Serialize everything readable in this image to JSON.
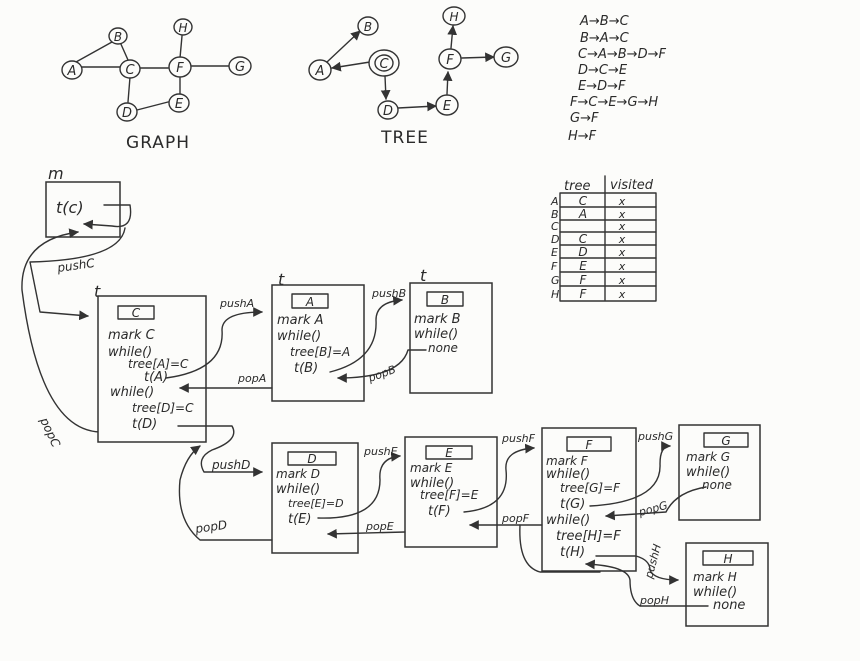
{
  "graph": {
    "caption": "GRAPH",
    "nodes": [
      "A",
      "B",
      "C",
      "D",
      "E",
      "F",
      "G",
      "H"
    ]
  },
  "tree": {
    "caption": "TREE",
    "nodes": [
      "A",
      "B",
      "C",
      "D",
      "E",
      "F",
      "G",
      "H"
    ]
  },
  "adjacency": [
    "A→B→C",
    "B→A→C",
    "C→A→B→D→F",
    "D→C→E",
    "E→D→F",
    "F→C→E→G→H",
    "G→F",
    "H→F"
  ],
  "table": {
    "col_tree": "tree",
    "col_visited": "visited",
    "rows": [
      {
        "node": "A",
        "tree": "C",
        "visited": "x"
      },
      {
        "node": "B",
        "tree": "A",
        "visited": "x"
      },
      {
        "node": "C",
        "tree": "",
        "visited": "x"
      },
      {
        "node": "D",
        "tree": "C",
        "visited": "x"
      },
      {
        "node": "E",
        "tree": "D",
        "visited": "x"
      },
      {
        "node": "F",
        "tree": "E",
        "visited": "x"
      },
      {
        "node": "G",
        "tree": "F",
        "visited": "x"
      },
      {
        "node": "H",
        "tree": "F",
        "visited": "x"
      }
    ]
  },
  "main_frame": {
    "label": "m",
    "call": "t(c)"
  },
  "frame_label": "t",
  "frames": {
    "C": {
      "title": "C",
      "lines": [
        "mark C",
        "while()",
        "tree[A]=C",
        "t(A)",
        "while()",
        "tree[D]=C",
        "t(D)"
      ]
    },
    "A": {
      "title": "A",
      "lines": [
        "mark A",
        "while()",
        "tree[B]=A",
        "t(B)"
      ]
    },
    "B": {
      "title": "B",
      "lines": [
        "mark B",
        "while()",
        "none"
      ]
    },
    "D": {
      "title": "D",
      "lines": [
        "mark D",
        "while()",
        "tree[E]=D",
        "t(E)"
      ]
    },
    "E": {
      "title": "E",
      "lines": [
        "mark E",
        "while()",
        "tree[F]=E",
        "t(F)"
      ]
    },
    "F": {
      "title": "F",
      "lines": [
        "mark F",
        "while()",
        "tree[G]=F",
        "t(G)",
        "while()",
        "tree[H]=F",
        "t(H)"
      ]
    },
    "G": {
      "title": "G",
      "lines": [
        "mark G",
        "while()",
        "none"
      ]
    },
    "H": {
      "title": "H",
      "lines": [
        "mark H",
        "while()",
        "none"
      ]
    }
  },
  "arrow_labels": {
    "pushC": "pushC",
    "popC": "popC",
    "pushA": "pushA",
    "popA": "popA",
    "pushB": "pushB",
    "popB": "popB",
    "pushD": "pushD",
    "popD": "popD",
    "pushE": "pushE",
    "popE": "popE",
    "pushF": "pushF",
    "popF": "popF",
    "pushG": "pushG",
    "popG": "popG",
    "pushH": "pushH",
    "popH": "popH"
  }
}
